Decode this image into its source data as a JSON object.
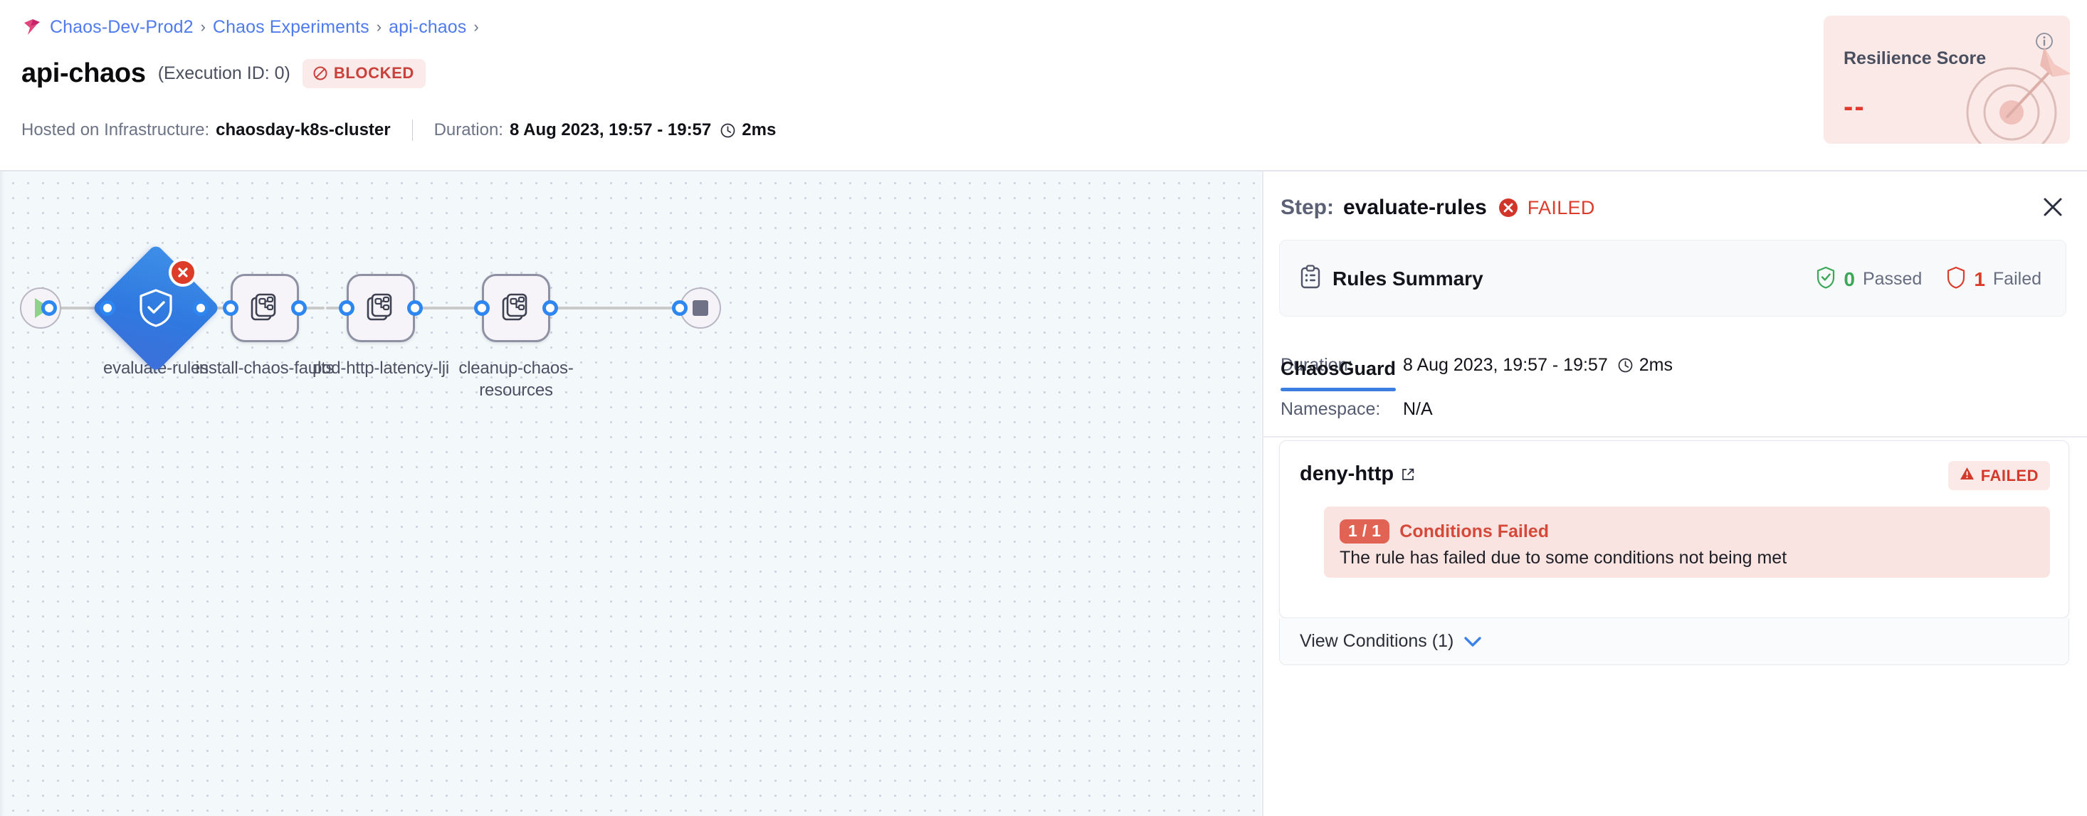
{
  "breadcrumb": {
    "logo_icon": "harness-chaos-logo-icon",
    "items": [
      "Chaos-Dev-Prod2",
      "Chaos Experiments",
      "api-chaos"
    ],
    "separator": "›",
    "trailing_separator": "›"
  },
  "header": {
    "title": "api-chaos",
    "execution_id": "(Execution ID: 0)",
    "status_badge": {
      "label": "BLOCKED",
      "icon": "blocked-icon",
      "color": "#c9413a",
      "bg": "#fbeaea"
    },
    "infra_label": "Hosted on Infrastructure:",
    "infra_value": "chaosday-k8s-cluster",
    "duration_label": "Duration:",
    "duration_value": "8 Aug 2023, 19:57 - 19:57",
    "duration_elapsed": "2ms",
    "clock_icon": "clock-icon"
  },
  "resilience": {
    "title": "Resilience Score",
    "value": "--",
    "info_icon": "info-circle-icon",
    "art_icon": "target-dart-icon",
    "bg": "#fbe9e7",
    "value_color": "#e23b2e"
  },
  "graph": {
    "start_node": {
      "name": "start-node",
      "icon": "play-icon"
    },
    "end_node": {
      "name": "end-node",
      "icon": "stop-icon"
    },
    "nodes": [
      {
        "label": "evaluate-rules",
        "type": "diamond",
        "icon": "shield-check-icon",
        "status": "failed",
        "status_icon": "error-x-icon"
      },
      {
        "label": "install-chaos-faults",
        "type": "box",
        "icon": "chaos-fault-icon",
        "status": "none"
      },
      {
        "label": "pod-http-latency-lji",
        "type": "box",
        "icon": "chaos-fault-icon",
        "status": "none"
      },
      {
        "label": "cleanup-chaos-resources",
        "type": "box",
        "icon": "chaos-fault-icon",
        "status": "none"
      }
    ]
  },
  "panel": {
    "step_prefix": "Step:",
    "step_name": "evaluate-rules",
    "step_status": "FAILED",
    "step_status_icon": "error-x-icon",
    "close_icon": "close-icon",
    "rules_summary": {
      "icon": "clipboard-icon",
      "title": "Rules Summary",
      "passed_count": "0",
      "passed_label": "Passed",
      "passed_icon": "shield-check-icon",
      "failed_count": "1",
      "failed_label": "Failed",
      "failed_icon": "shield-outline-icon"
    },
    "details": [
      {
        "key": "Duration:",
        "value": "8 Aug 2023, 19:57 - 19:57",
        "elapsed": "2ms",
        "icon": "clock-icon"
      },
      {
        "key": "Namespace:",
        "value": "N/A"
      }
    ],
    "tabs": [
      {
        "label": "ChaosGuard",
        "active": true
      }
    ],
    "rule": {
      "name": "deny-http",
      "external_link_icon": "external-link-icon",
      "status": "FAILED",
      "status_icon": "warning-triangle-icon",
      "conditions_pill": "1 / 1",
      "conditions_label": "Conditions Failed",
      "conditions_desc": "The rule has failed due to some conditions not being met",
      "view_conditions": "View Conditions (1)",
      "view_conditions_icon": "chevron-down-icon"
    }
  }
}
